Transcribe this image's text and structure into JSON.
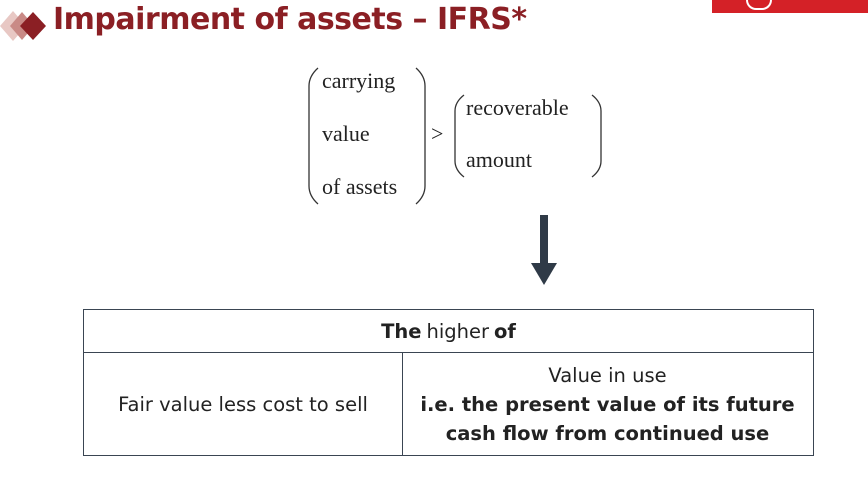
{
  "header": {
    "title": "Impairment of assets – IFRS*",
    "bullet_icon": "diamond-bullet-icon",
    "title_color": "#8b1f24",
    "accent_color": "#d42127"
  },
  "equation": {
    "left_lines": [
      "carrying",
      "value",
      "of assets"
    ],
    "operator": ">",
    "right_lines": [
      "recoverable",
      "amount"
    ]
  },
  "arrow": {
    "icon": "down-arrow-icon",
    "color": "#2f3a47"
  },
  "table": {
    "header": {
      "word1": "The",
      "word2": "higher",
      "word3": "of"
    },
    "left_cell": "Fair value less cost to sell",
    "right_cell": {
      "line1": "Value in use",
      "line2": "i.e. the present value of its future",
      "line3": "cash flow from continued use"
    }
  }
}
